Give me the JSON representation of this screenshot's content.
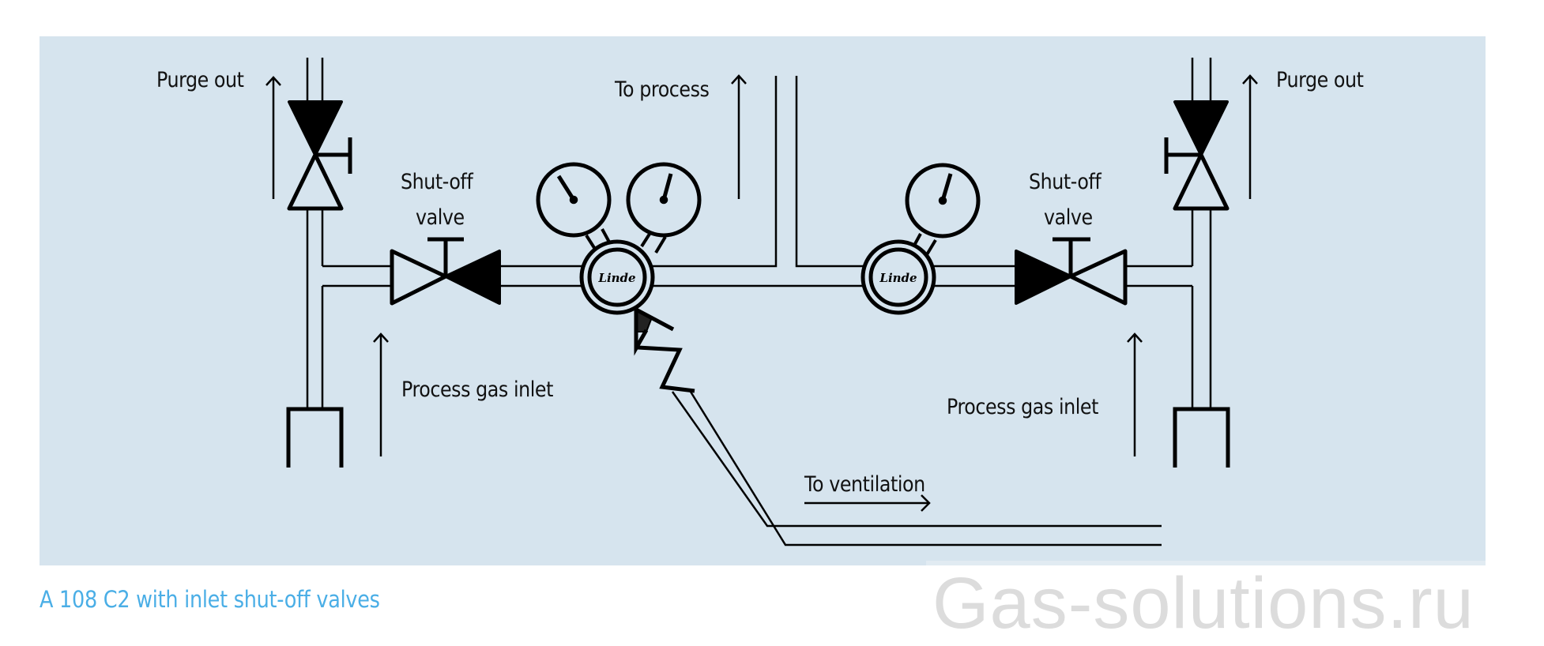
{
  "diagram": {
    "title": "A 108 C2 with inlet shut-off valves",
    "background_color": "#d6e4ee",
    "line_color": "#000000",
    "caption_color": "#4aaee6",
    "labels": {
      "purge_out_left": "Purge out",
      "purge_out_right": "Purge out",
      "shutoff_left_line1": "Shut-off",
      "shutoff_left_line2": "valve",
      "shutoff_right_line1": "Shut-off",
      "shutoff_right_line2": "valve",
      "to_process": "To process",
      "process_gas_inlet_left": "Process gas inlet",
      "process_gas_inlet_right": "Process gas inlet",
      "to_ventilation": "To ventilation"
    },
    "components": [
      {
        "id": "purge-valve-left",
        "type": "purge valve"
      },
      {
        "id": "shutoff-valve-left",
        "type": "shut-off valve"
      },
      {
        "id": "regulator-left",
        "type": "pressure regulator",
        "brand": "Linde",
        "gauges": 2
      },
      {
        "id": "relief-valve",
        "type": "safety relief valve"
      },
      {
        "id": "regulator-right",
        "type": "pressure regulator",
        "brand": "Linde",
        "gauges": 1
      },
      {
        "id": "shutoff-valve-right",
        "type": "shut-off valve"
      },
      {
        "id": "purge-valve-right",
        "type": "purge valve"
      },
      {
        "id": "cylinder-connection-left",
        "type": "inlet connection"
      },
      {
        "id": "cylinder-connection-right",
        "type": "inlet connection"
      }
    ],
    "regulator_brand": "Linde"
  },
  "watermark": "Gas-solutions.ru"
}
